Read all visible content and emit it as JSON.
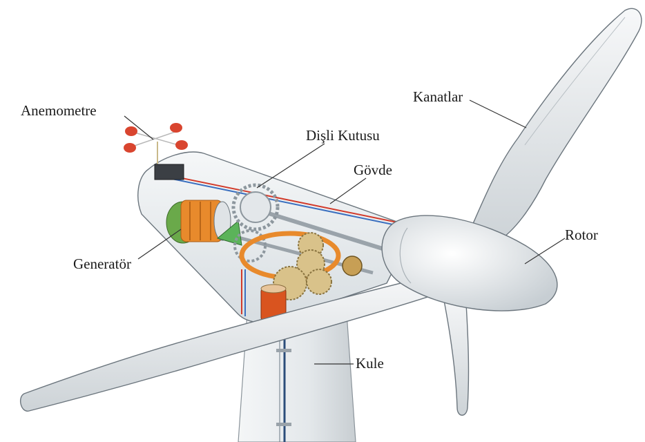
{
  "labels": {
    "anemometre": "Anemometre",
    "disli_kutusu": "Dişli Kutusu",
    "govde": "Gövde",
    "kanatlar": "Kanatlar",
    "rotor": "Rotor",
    "generator": "Generatör",
    "kule": "Kule"
  },
  "colors": {
    "blade": "#e9ecee",
    "blade_shadow": "#c9cfd3",
    "outline": "#5d6770",
    "gear": "#d9c28a",
    "orange": "#e88a2c",
    "motor": "#d9541f",
    "cup": "#d9452f",
    "wire_red": "#d23a2a",
    "wire_blue": "#3a6fbf"
  }
}
